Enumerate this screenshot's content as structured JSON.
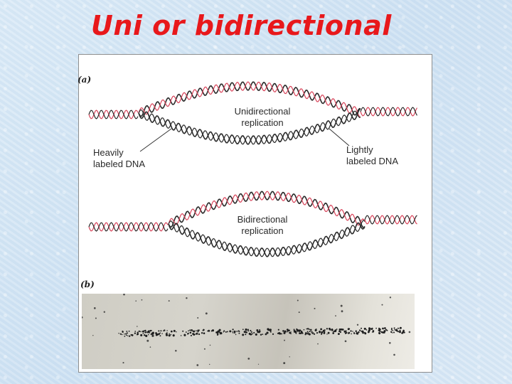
{
  "slide": {
    "title": "Uni or bidirectional"
  },
  "figure": {
    "panel_a_label": "(a)",
    "panel_b_label": "(b)",
    "unidirectional": {
      "line1": "Unidirectional",
      "line2": "replication"
    },
    "bidirectional": {
      "line1": "Bidirectional",
      "line2": "replication"
    },
    "heavy_label": {
      "line1": "Heavily",
      "line2": "labeled DNA"
    },
    "light_label": {
      "line1": "Lightly",
      "line2": "labeled DNA"
    }
  },
  "colors": {
    "title": "#e8181b",
    "dna_dark": "#2a2a2a",
    "dna_red": "#d8445a"
  }
}
